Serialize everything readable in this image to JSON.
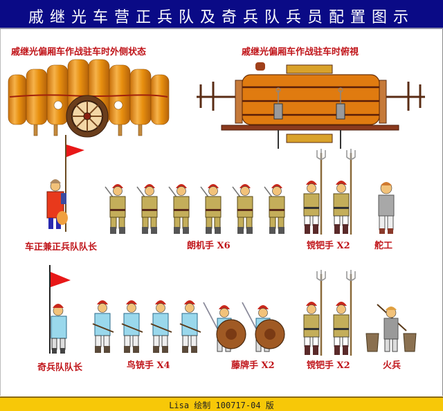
{
  "title": "戚继光车营正兵队及奇兵队兵员配置图示",
  "diagrams": {
    "side_view": {
      "caption": "戚继光偏厢车作战驻车时外侧状态"
    },
    "top_view": {
      "caption": "戚继光偏厢车作战驻车时俯視"
    }
  },
  "row1": {
    "units": [
      {
        "label": "车正兼正兵队队长",
        "count": 1,
        "icon": "flag-bearer-red-armor"
      },
      {
        "label": "朗机手 X6",
        "count": 6,
        "icon": "soldier-with-sword"
      },
      {
        "label": "镋钯手 X2",
        "count": 2,
        "icon": "soldier-with-trident"
      },
      {
        "label": "舵工",
        "count": 1,
        "icon": "helmsman"
      }
    ]
  },
  "row2": {
    "units": [
      {
        "label": "奇兵队队长",
        "count": 1,
        "icon": "flag-bearer-blue"
      },
      {
        "label": "鸟铳手 X4",
        "count": 4,
        "icon": "musketeer"
      },
      {
        "label": "藤牌手 X2",
        "count": 2,
        "icon": "shield-bearer"
      },
      {
        "label": "镋钯手 X2",
        "count": 2,
        "icon": "soldier-with-trident"
      },
      {
        "label": "火兵",
        "count": 1,
        "icon": "cook-with-buckets"
      }
    ]
  },
  "footer": {
    "text": "Lisa 绘制 100717-04 版"
  },
  "colors": {
    "title_bg": "#0a0a86",
    "caption_red": "#c0151a",
    "cart_orange": "#e8900f",
    "footer_yellow": "#f7c808"
  }
}
